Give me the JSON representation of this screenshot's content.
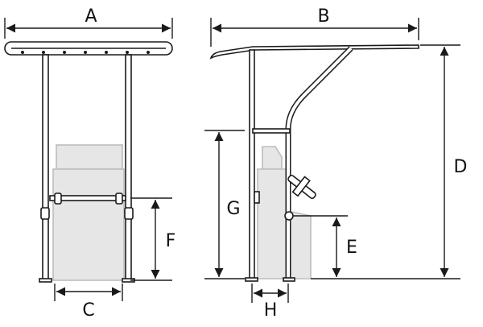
{
  "diagram": {
    "views": [
      "front-view",
      "side-view"
    ],
    "dimensions": {
      "A": "A",
      "B": "B",
      "C": "C",
      "D": "D",
      "E": "E",
      "F": "F",
      "G": "G",
      "H": "H"
    }
  },
  "colors": {
    "line": "#1a1a1a",
    "console_fill": "#e6e6e6",
    "tube_fill": "#ffffff"
  }
}
